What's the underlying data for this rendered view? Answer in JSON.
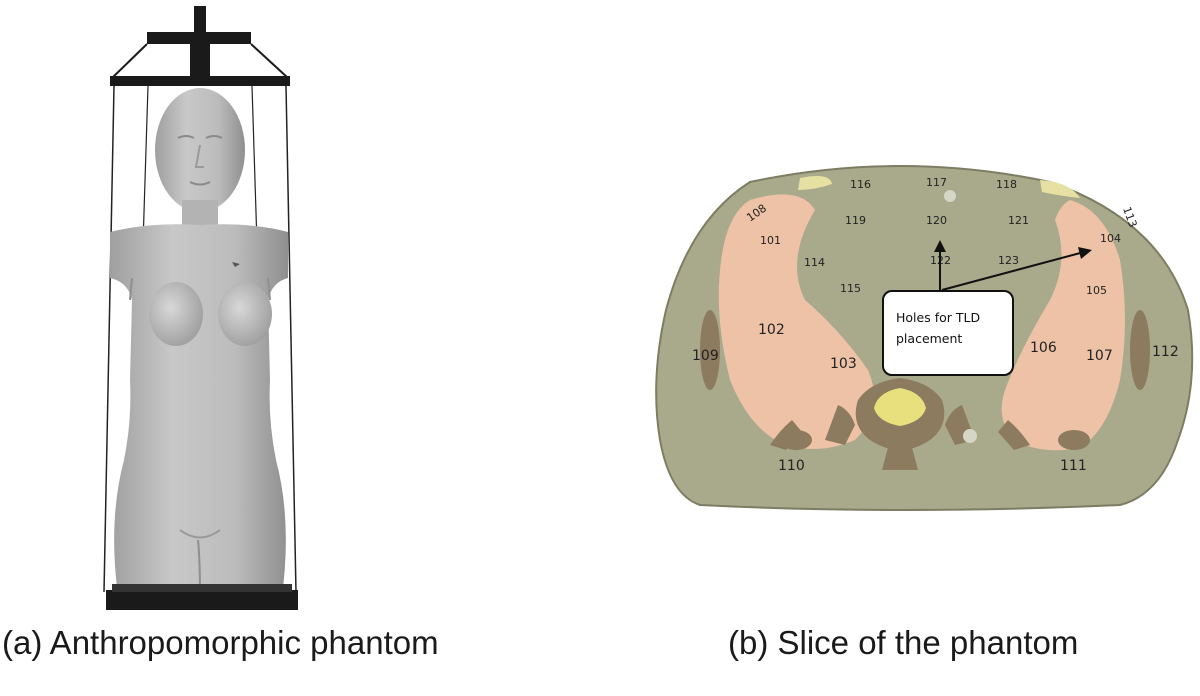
{
  "captions": {
    "a": "(a)  Anthropomorphic phantom",
    "b": "(b)  Slice of the phantom"
  },
  "callout": {
    "line1": "Holes for TLD",
    "line2": "placement"
  },
  "hole_labels": {
    "h101": "101",
    "h102": "102",
    "h103": "103",
    "h104": "104",
    "h105": "105",
    "h106": "106",
    "h107": "107",
    "h108": "108",
    "h109": "109",
    "h110": "110",
    "h111": "111",
    "h112": "112",
    "h113": "113",
    "h114": "114",
    "h115": "115",
    "h116": "116",
    "h117": "117",
    "h118": "118",
    "h119": "119",
    "h120": "120",
    "h121": "121",
    "h122": "122",
    "h123": "123"
  },
  "colors": {
    "tissue": "#a9a98c",
    "lung": "#eec2a6",
    "bone": "#8c7b5e",
    "spine_core": "#e8e07c",
    "phantom_gray": "#b9b9b9",
    "frame": "#1a1a1a"
  }
}
